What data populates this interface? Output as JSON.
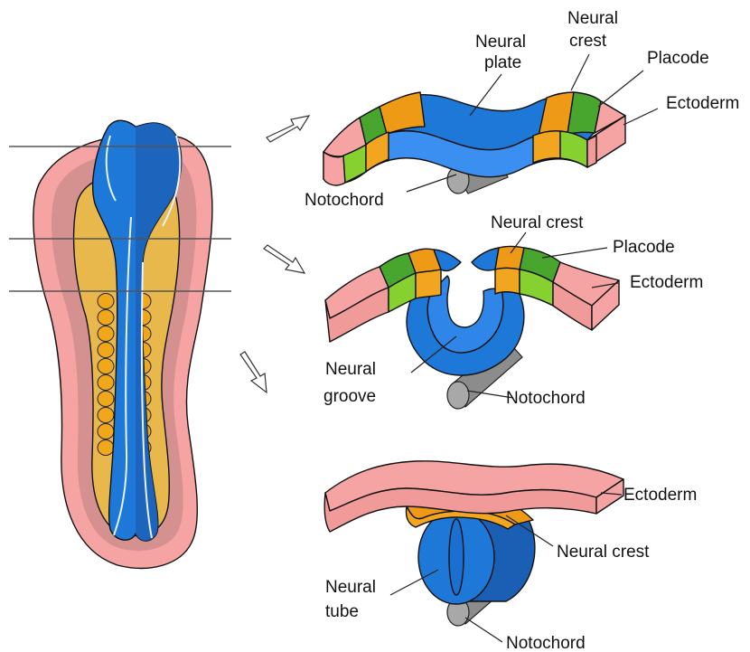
{
  "labels": {
    "top": {
      "neural_plate_1": "Neural",
      "neural_plate_2": "plate",
      "neural_crest_1": "Neural",
      "neural_crest_2": "crest",
      "placode": "Placode",
      "ectoderm": "Ectoderm",
      "notochord": "Notochord"
    },
    "middle": {
      "neural_crest": "Neural crest",
      "placode": "Placode",
      "ectoderm": "Ectoderm",
      "neural_groove_1": "Neural",
      "neural_groove_2": "groove",
      "notochord": "Notochord"
    },
    "bottom": {
      "ectoderm": "Ectoderm",
      "neural_crest": "Neural crest",
      "neural_tube_1": "Neural",
      "neural_tube_2": "tube",
      "notochord": "Notochord"
    }
  },
  "colors": {
    "ectoderm": "#f5a3a3",
    "ectoderm_dark": "#e98c8c",
    "neural_blue": "#1e78d8",
    "neural_blue_dark": "#1b5fb5",
    "neural_crest_orange": "#ee9a17",
    "placode_green": "#48a52e",
    "placode_light": "#86d130",
    "yolk": "#e9b84c",
    "somite": "#f0a81a",
    "notochord_grey": "#9b9b9b"
  }
}
